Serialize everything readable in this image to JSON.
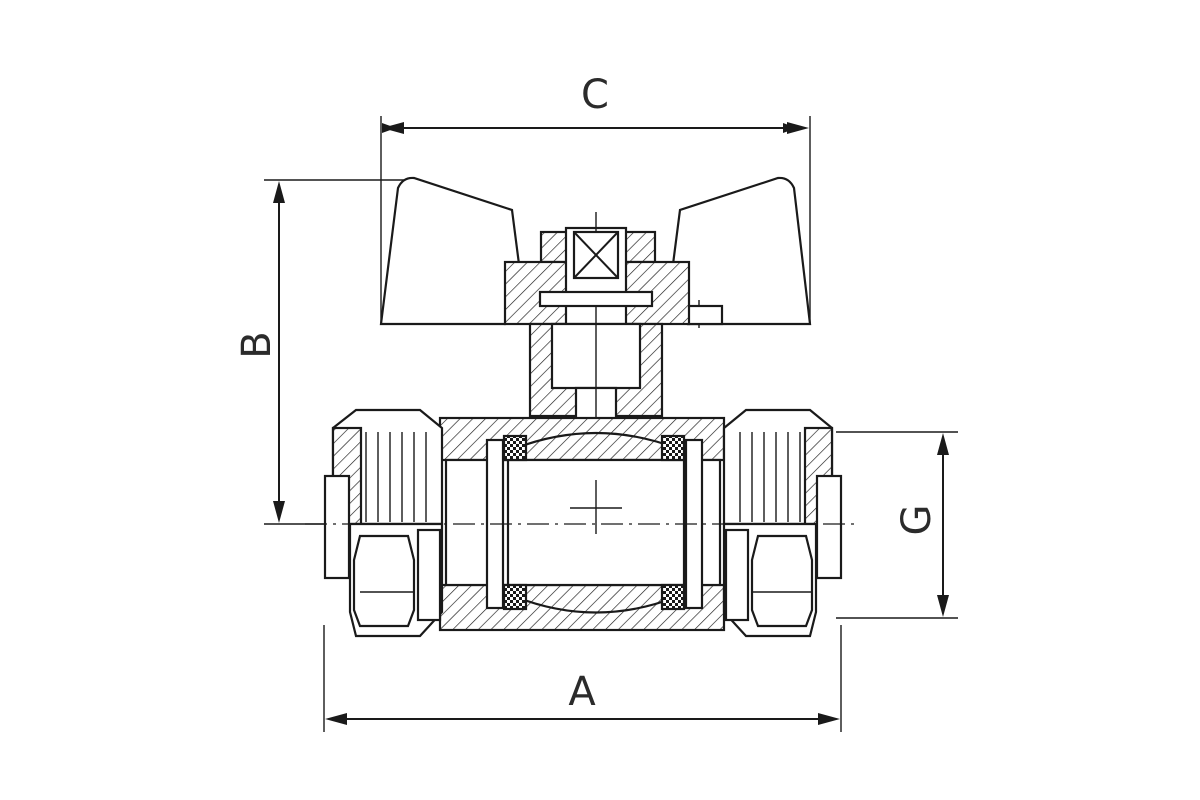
{
  "drawing": {
    "dimensions": {
      "overall_length": "A",
      "height": "B",
      "handle_width": "C",
      "thread_size": "G"
    }
  }
}
